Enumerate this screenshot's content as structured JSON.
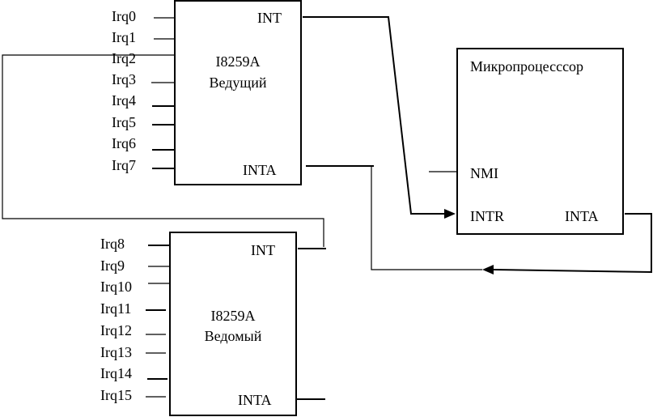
{
  "master": {
    "name": "I8259A",
    "role": "Ведущий",
    "inputs": [
      "Irq0",
      "Irq1",
      "Irq2",
      "Irq3",
      "Irq4",
      "Irq5",
      "Irq6",
      "Irq7"
    ],
    "int_label": "INT",
    "inta_label": "INTA"
  },
  "slave": {
    "name": "I8259A",
    "role": "Ведомый",
    "inputs": [
      "Irq8",
      "Irq9",
      "Irq10",
      "Irq11",
      "Irq12",
      "Irq13",
      "Irq14",
      "Irq15"
    ],
    "int_label": "INT",
    "inta_label": "INTA"
  },
  "cpu": {
    "name": "Микропроцесссор",
    "nmi_label": "NMI",
    "intr_label": "INTR",
    "inta_label": "INTA"
  },
  "colors": {
    "line": "#000000",
    "background": "#ffffff"
  }
}
